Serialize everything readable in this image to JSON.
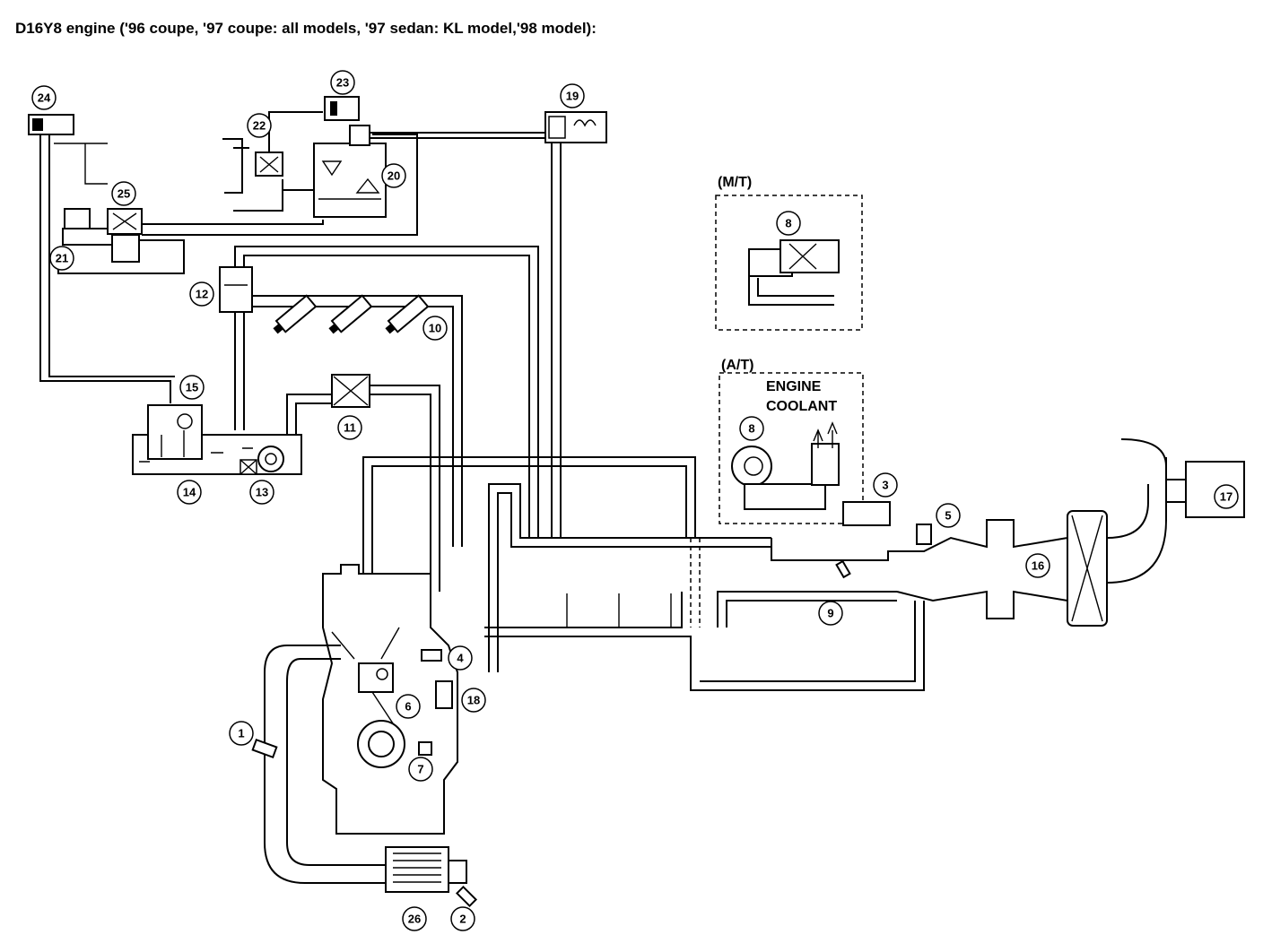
{
  "title": "D16Y8 engine ('96 coupe, '97 coupe: all models, '97 sedan: KL model,'98 model):",
  "boxes": {
    "mt_label": "(M/T)",
    "at_label": "(A/T)",
    "engine_coolant_line1": "ENGINE",
    "engine_coolant_line2": "COOLANT"
  },
  "callouts": {
    "c1": "1",
    "c2": "2",
    "c3": "3",
    "c4": "4",
    "c5": "5",
    "c6": "6",
    "c7": "7",
    "c8a": "8",
    "c8b": "8",
    "c9": "9",
    "c10": "10",
    "c11": "11",
    "c12": "12",
    "c13": "13",
    "c14": "14",
    "c15": "15",
    "c16": "16",
    "c17": "17",
    "c18": "18",
    "c19": "19",
    "c20": "20",
    "c21": "21",
    "c22": "22",
    "c23": "23",
    "c24": "24",
    "c25": "25",
    "c26": "26"
  }
}
